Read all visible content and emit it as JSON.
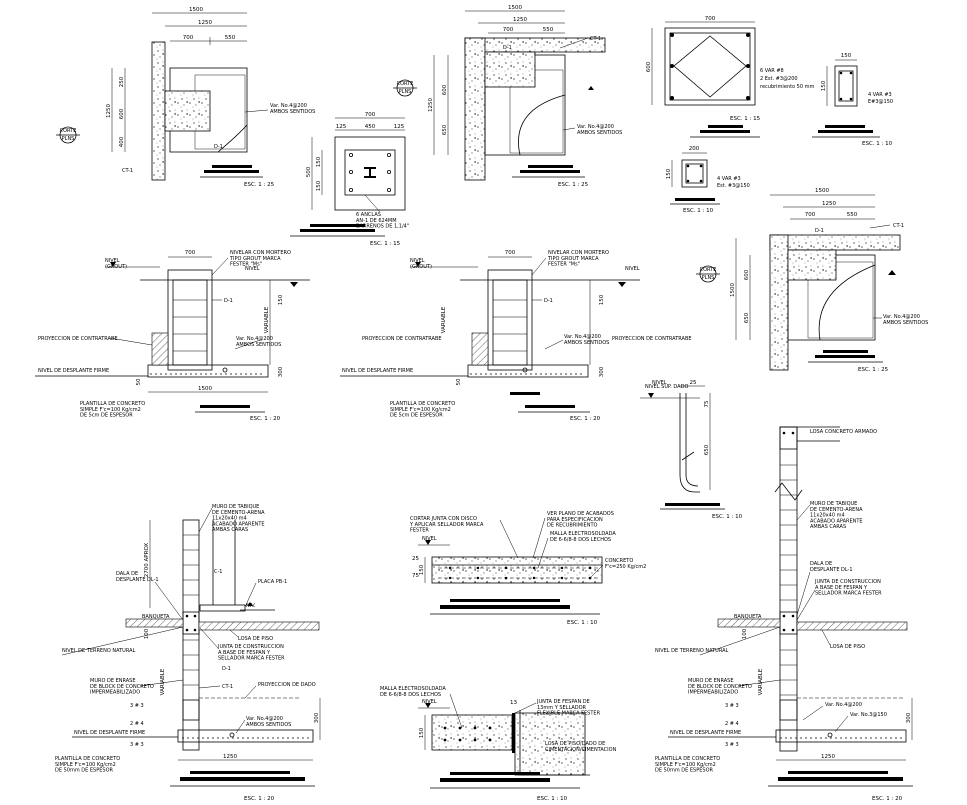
{
  "drawing": {
    "section_marker": "CORTE\nPLNS",
    "scales": {
      "s25": "ESC. 1 : 25",
      "s15": "ESC. 1 : 15",
      "s10": "ESC. 1 : 10",
      "s20": "ESC. 1 : 20"
    },
    "top_left_plan": {
      "dims": [
        "1500",
        "1250",
        "700",
        "550"
      ],
      "side_dims": [
        "250",
        "1250",
        "600",
        "400"
      ],
      "labels": {
        "d1": "D-1",
        "ct1": "CT-1",
        "rebar": "Var. No.4@200\nAMBOS SENTIDOS"
      }
    },
    "anchor_plate": {
      "dims": [
        "700",
        "125",
        "450",
        "125"
      ],
      "side_dims": [
        "500",
        "150",
        "150"
      ],
      "note": "6 ANCLAS\nAN-1 DE 624MM\nBARRENOS DE 1,1/4\""
    },
    "top_mid_plan": {
      "dims": [
        "1500",
        "1250",
        "700",
        "550"
      ],
      "side_dims": [
        "1250",
        "600",
        "650"
      ],
      "labels": {
        "d1": "D-1",
        "ct1": "CT-1",
        "rebar": "Var. No.4@200\nAMBOS SENTIDOS"
      }
    },
    "column_section_large": {
      "dims": [
        "700"
      ],
      "notes": [
        "6 VAR #8",
        "2 Est. #3@200",
        "recubrimiento 50 mm"
      ]
    },
    "column_section_small": {
      "dims": [
        "150",
        "150"
      ],
      "notes": [
        "4 VAR #3",
        "E#3@150"
      ]
    },
    "column_section_tiny": {
      "dims": [
        "200",
        "150"
      ],
      "notes": [
        "4 VAR #3",
        "Est. #3@150"
      ]
    },
    "right_plan": {
      "dims": [
        "1500",
        "1250",
        "700",
        "550"
      ],
      "side_dims": [
        "1500",
        "600",
        "650"
      ],
      "labels": {
        "d1": "D-1",
        "ct1": "CT-1",
        "rebar": "Var. No.4@200\nAMBOS SENTIDOS"
      }
    },
    "footing_sections": {
      "nivel_grout": "NIVEL\n(GROUT)",
      "nivelar": "NIVELAR CON MORTERO\nTIPO GROUT MARCA\nFESTER \"Ms\"",
      "nivel": "NIVEL",
      "d1": "D-1",
      "variable": "VARIABLE",
      "contratrabe": "PROYECCION DE CONTRATRABE",
      "rebar": "Var. No.4@200\nAMBOS SENTIDOS",
      "desplante": "NIVEL DE DESPLANTE FIRME",
      "plantilla": "PLANTILLA DE CONCRETO\nSIMPLE F'c=100 Kg/cm2\nDE 5cm DE ESPESOR",
      "dims": [
        "700",
        "1500",
        "150",
        "300",
        "50"
      ]
    },
    "anchor_bolt": {
      "nivel_dado": "NIVEL SUP. DADO",
      "dims": [
        "25",
        "75",
        "650"
      ]
    },
    "bottom_left": {
      "muro": "MURO DE TABIQUE\nDE CEMENTO-ARENA\n11x20x40 m4\nACABADO APARENTE\nAMBAS CARAS",
      "dala": "DALA DE\nDESPLANTE DL-1",
      "c1": "C-1",
      "placa": "PLACA PB-1",
      "niv": "NIV.",
      "banqueta": "BANQUETA",
      "losa_piso": "LOSA DE PISO",
      "junta": "JUNTA DE CONSTRUCCION\nA BASE DE FESPAN Y\nSELLADOR MARCA FESTER",
      "terreno": "NIVEL DE TERRENO NATURAL",
      "enrase": "MURO DE ENRASE\nDE BLOCK DE CONCRETO\nIMPERMEABILIZADO",
      "d1": "D-1",
      "ct1": "CT-1",
      "dado": "PROYECCION DE DADO",
      "varillas": [
        "3 # 3",
        "2 # 4",
        "3 # 3"
      ],
      "rebar": "Var. No.4@200\nAMBOS SENTIDOS",
      "desplante": "NIVEL DE DESPLANTE FIRME",
      "plantilla": "PLANTILLA DE CONCRETO\nSIMPLE F'c=100 Kg/cm2\nDE 50mm DE ESPESOR",
      "dims": [
        "2700 APROX",
        "100",
        "VARIABLE",
        "1250",
        "300"
      ]
    },
    "slab_detail": {
      "cortar": "CORTAR JUNTA CON DISCO\nY APLICAR SELLADOR MARCA\nFESTER",
      "nivel": "NIVEL",
      "ver_plano": "VER PLANO DE ACABADOS\nPARA ESPECIFICACION\nDE RECUBRIMIENTO",
      "malla": "MALLA ELECTROSOLDADA\nDE 6-6/8-8 DOS LECHOS",
      "concreto": "CONCRETO\nF'c=250 Kg/cm2",
      "dims": [
        "150",
        "25",
        "75"
      ]
    },
    "joint_detail": {
      "malla": "MALLA ELECTROSOLDADA\nDE 6-6/8-8 DOS LECHOS",
      "nivel": "NIVEL",
      "dims": [
        "13",
        "150"
      ],
      "junta": "JUNTA DE FESPAN DE\n13mm Y SELLADOR\nFLEXIBLE MARCA FESTER",
      "losa": "LOSA DE PISO/DADO DE\nCIMENTACION/CIMENTACION"
    },
    "bottom_right": {
      "losa": "LOSA CONCRETO ARMADO",
      "muro": "MURO DE TABIQUE\nDE CEMENTO-ARENA\n11x20x40 m4\nACABADO APARENTE\nAMBAS CARAS",
      "dala": "DALA DE\nDESPLANTE DL-1",
      "junta": "JUNTA DE CONSTRUCCION\nA BASE DE FESPAN Y\nSELLADOR MARCA FESTER",
      "banqueta": "BANQUETA",
      "losa_piso": "LOSA DE PISO",
      "terreno": "NIVEL DE TERRENO NATURAL",
      "enrase": "MURO DE ENRASE\nDE BLOCK DE CONCRETO\nIMPERMEABILIZADO",
      "varillas": [
        "3 # 3",
        "2 # 4",
        "3 # 3"
      ],
      "rebar1": "Var. No.4@200",
      "rebar2": "Var. No.3@150",
      "desplante": "NIVEL DE DESPLANTE FIRME",
      "plantilla": "PLANTILLA DE CONCRETO\nSIMPLE F'c=100 Kg/cm2\nDE 50mm DE ESPESOR",
      "dims": [
        "1250",
        "100",
        "VARIABLE",
        "300"
      ]
    }
  }
}
